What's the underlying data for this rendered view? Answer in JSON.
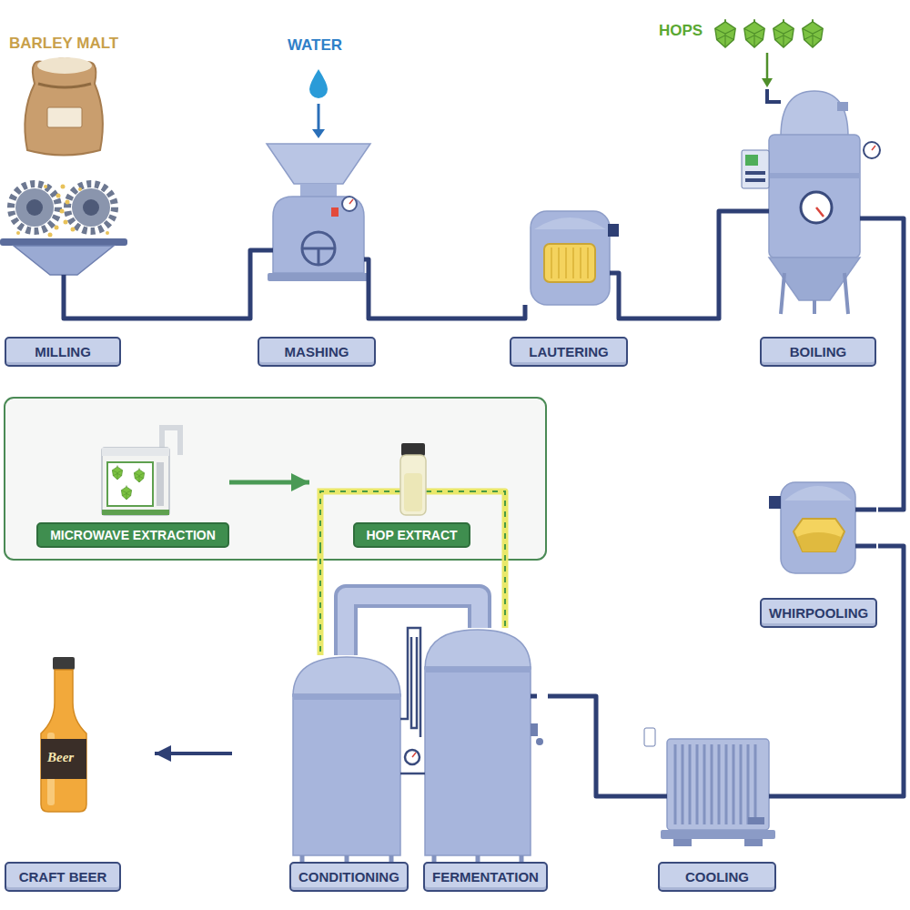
{
  "diagram": {
    "nodes": [
      {
        "text": [
          "MILLING"
        ]
      },
      {
        "text": [
          "MASHING"
        ]
      },
      {
        "text": [
          "LAUTERING"
        ]
      },
      {
        "text": [
          "BOILING"
        ]
      },
      {
        "text": [
          "MICROWAVE EXTRACTION"
        ]
      },
      {
        "text": [
          "HOP EXTRACT"
        ]
      },
      {
        "text": [
          "WHIRPOOLING"
        ]
      },
      {
        "text": [
          "CRAFT BEER"
        ]
      },
      {
        "text": [
          "CONDITIONING"
        ]
      },
      {
        "text": [
          "FERMENTATION"
        ]
      },
      {
        "text": [
          "COOLING"
        ]
      }
    ],
    "edges": [
      {
        "from": 0,
        "to": 1,
        "arrow": "none"
      },
      {
        "from": 1,
        "to": 2,
        "arrow": "none"
      },
      {
        "from": 2,
        "to": 3,
        "arrow": "none"
      },
      {
        "from": 3,
        "to": 6,
        "arrow": "none"
      },
      {
        "from": 6,
        "to": 10,
        "arrow": "none"
      },
      {
        "from": 10,
        "to": 9,
        "arrow": "none"
      },
      {
        "from": 9,
        "to": 8,
        "arrow": "none"
      },
      {
        "from": 8,
        "to": 7,
        "arrow": "to"
      },
      {
        "from": 4,
        "to": 5,
        "arrow": "to"
      },
      {
        "from": 5,
        "to": 8,
        "arrow": "none"
      },
      {
        "from": 5,
        "to": 9,
        "arrow": "none"
      }
    ],
    "labels": [
      "BARLEY MALT",
      "WATER",
      "HOPS",
      "Beer"
    ]
  }
}
